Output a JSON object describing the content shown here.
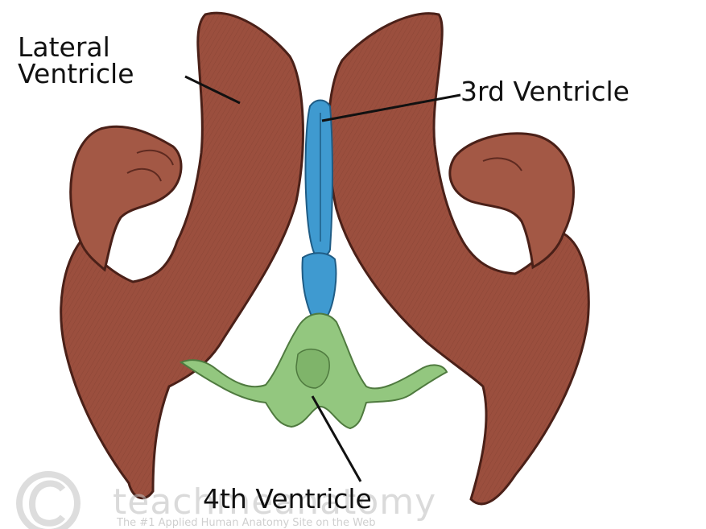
{
  "labels": {
    "lateral_line1": "Lateral",
    "lateral_line2": "Ventricle",
    "third": "3rd Ventricle",
    "fourth": "4th Ventricle"
  },
  "watermark": {
    "brand": "teachmeanatomy",
    "tagline": "The #1 Applied Human Anatomy Site on the Web"
  },
  "colors": {
    "lateral_ventricle": "#9b4f3e",
    "third_ventricle": "#3f9ad0",
    "fourth_ventricle": "#93c77f",
    "outline": "#4a2018",
    "label_text": "#111111"
  }
}
